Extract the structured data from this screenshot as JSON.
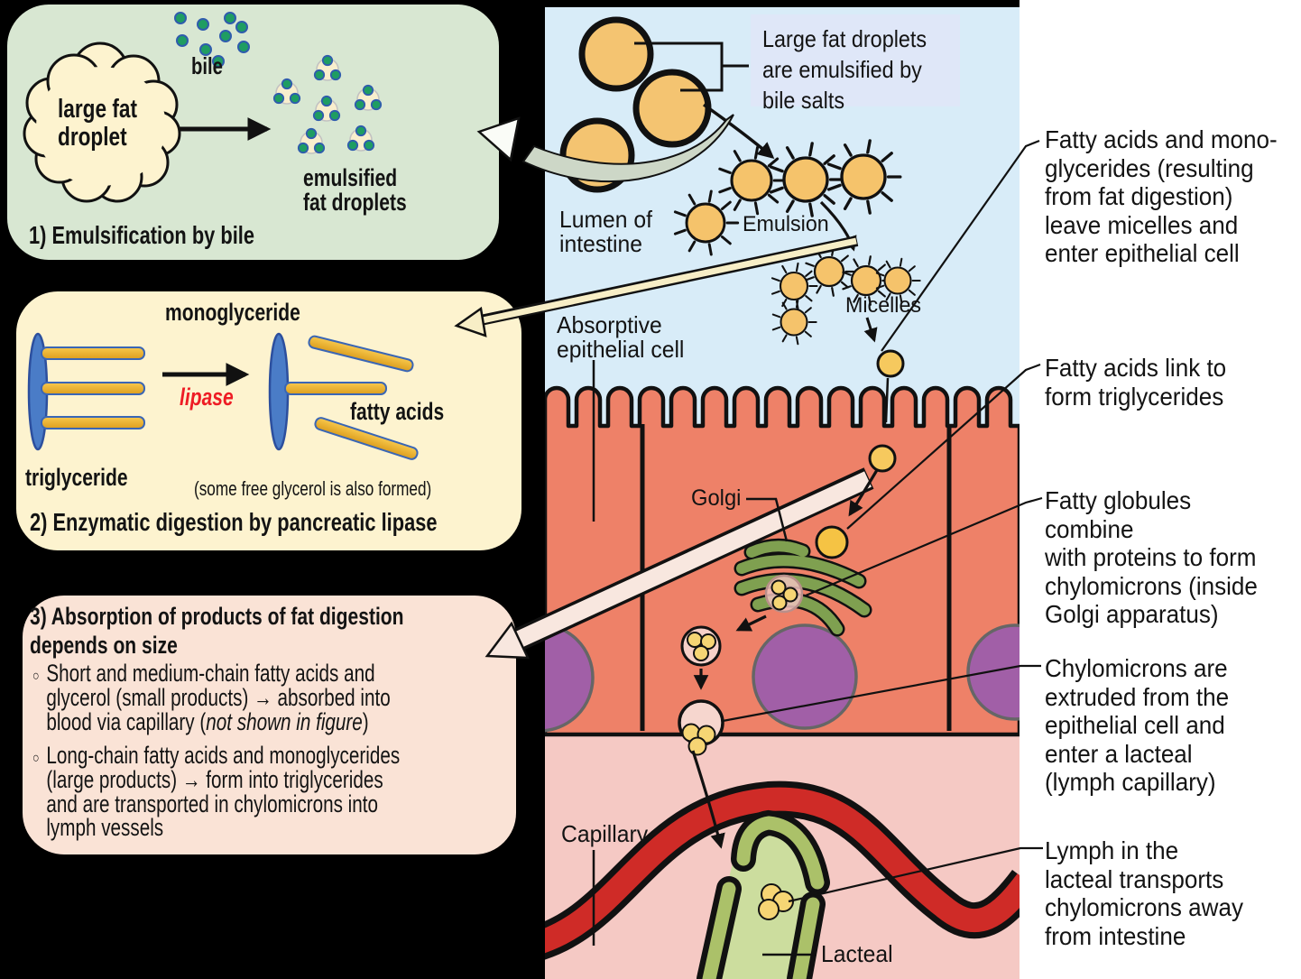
{
  "box1": {
    "title": "1) Emulsification by bile",
    "cloud_label": "large fat\ndroplet",
    "bile_label": "bile",
    "droplets_label": "emulsified\nfat droplets"
  },
  "box2": {
    "title": "2) Enzymatic digestion by pancreatic lipase",
    "monoglyceride_label": "monoglyceride",
    "lipase_label": "lipase",
    "fatty_acids_label": "fatty acids",
    "triglyceride_label": "triglyceride",
    "glycerol_note": "(some free glycerol is also formed)"
  },
  "box3": {
    "title": "3) Absorption of products of fat digestion\ndepends on size",
    "bullet_marker": "○",
    "bullet1_pre": "Short and medium-chain fatty acids and\nglycerol (small products) → absorbed into\nblood via capillary (",
    "bullet1_italic": "not shown in figure",
    "bullet1_post": ")",
    "bullet2": "Long-chain fatty acids and monoglycerides\n(large products) → form into triglycerides\nand are transported in chylomicrons into\nlymph vessels"
  },
  "diagram": {
    "callout_box": "Large fat droplets\nare emulsified by\nbile salts",
    "labels": {
      "lumen": "Lumen of\nintestine",
      "emulsion": "Emulsion",
      "micelles": "Micelles",
      "epithelial": "Absorptive\nepithelial cell",
      "golgi": "Golgi",
      "capillary": "Capillary",
      "lacteal": "Lacteal"
    }
  },
  "annotations": [
    {
      "text": "Fatty acids and mono-\nglycerides (resulting\nfrom fat digestion)\nleave micelles and\nenter epithelial cell"
    },
    {
      "text": "Fatty acids link to\nform triglycerides"
    },
    {
      "text": "Fatty globules combine\nwith proteins to form\nchylomicrons (inside\nGolgi apparatus)"
    },
    {
      "text": "Chylomicrons are\nextruded from the\nepithelial cell and\nenter a lacteal\n(lymph capillary)"
    },
    {
      "text": "Lymph in the\nlacteal transports\nchylomicrons away\nfrom intestine"
    }
  ],
  "colors": {
    "panel_green": "#d8e7d2",
    "panel_yellow": "#fdf3cf",
    "panel_pink": "#fae3d6",
    "lumen_blue": "#d8ecf8",
    "callout_blue": "#dfe7f8",
    "cell_salmon": "#ee8168",
    "tissue_pink": "#f5c9c4",
    "nucleus_purple": "#a15fa7",
    "golgi_green": "#7fa050",
    "fat_orange": "#f4c471",
    "chylomicron_yellow": "#f6d574",
    "capillary_red": "#cf2b27",
    "lacteal_green": "#abc169",
    "lipase_red": "#ee1c24",
    "bile_dot_green": "#1f9d62"
  }
}
